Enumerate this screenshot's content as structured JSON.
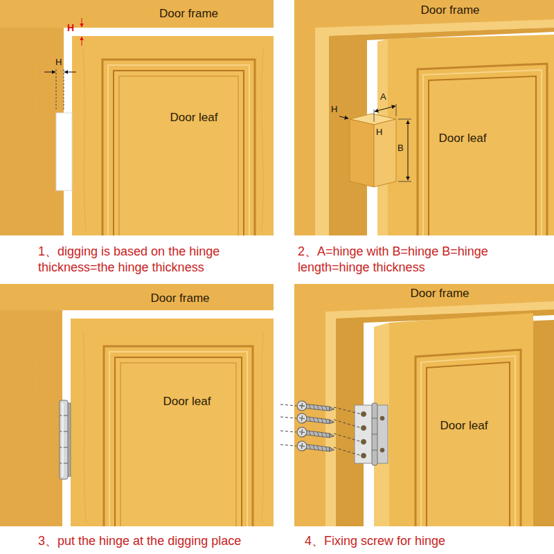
{
  "diagram": {
    "nodes": [
      {
        "text": [
          "Door frame"
        ]
      },
      {
        "text": [
          "Door leaf"
        ]
      },
      {
        "text": [
          "Door frame"
        ]
      },
      {
        "text": [
          "Door leaf"
        ]
      },
      {
        "text": [
          "Door frame"
        ]
      },
      {
        "text": [
          "Door leaf"
        ]
      },
      {
        "text": [
          "Door frame"
        ]
      },
      {
        "text": [
          "Door leaf"
        ]
      }
    ],
    "labels": [
      "H",
      "H",
      "H",
      "A",
      "H",
      "B",
      "1、digging is based on the hinge thickness=the hinge thickness",
      "2、A=hinge with B=hinge B=hinge length=hinge thickness",
      "3、put the hinge at the digging place",
      "4、Fixing screw for hinge"
    ]
  }
}
